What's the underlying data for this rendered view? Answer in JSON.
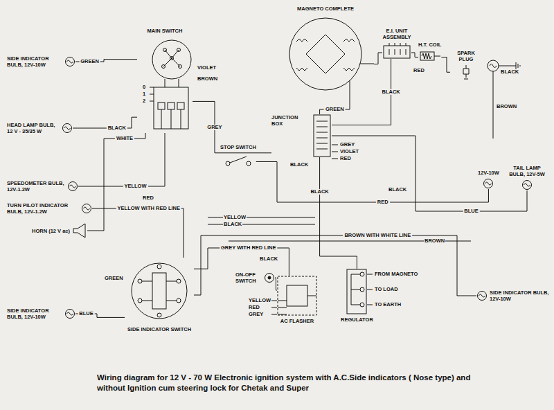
{
  "diagram": {
    "caption": "Wiring diagram for 12 V - 70 W Electronic ignition system with A.C.Side indicators ( Nose type) and without Ignition cum steering lock for Chetak and Super",
    "nodes": [
      {
        "text": [
          "SIDE INDICATOR BULB, 12V-10W"
        ]
      },
      {
        "text": [
          "MAIN SWITCH"
        ]
      },
      {
        "text": [
          "HEAD LAMP BULB, 12 V - 35/35 W"
        ]
      },
      {
        "text": [
          "SPEEDOMETER BULB, 12V-1.2W"
        ]
      },
      {
        "text": [
          "TURN PILOT INDICATOR BULB, 12V-1.2W"
        ]
      },
      {
        "text": [
          "HORN (12 V ac)"
        ]
      },
      {
        "text": [
          "SIDE INDICATOR BULB, 12V-10W"
        ]
      },
      {
        "text": [
          "SIDE INDICATOR SWITCH"
        ]
      },
      {
        "text": [
          "MAGNETO COMPLETE"
        ]
      },
      {
        "text": [
          "JUNCTION BOX"
        ]
      },
      {
        "text": [
          "E.I. UNIT ASSEMBLY"
        ]
      },
      {
        "text": [
          "H.T. COIL"
        ]
      },
      {
        "text": [
          "SPARK PLUG"
        ]
      },
      {
        "text": [
          "STOP SWITCH"
        ]
      },
      {
        "text": [
          "12V-10W"
        ]
      },
      {
        "text": [
          "TAIL LAMP BULB, 12V-5W"
        ]
      },
      {
        "text": [
          "ON-OFF SWITCH"
        ]
      },
      {
        "text": [
          "AC FLASHER"
        ]
      },
      {
        "text": [
          "REGULATOR"
        ]
      },
      {
        "text": [
          "SIDE INDICATOR BULB, 12V-10W"
        ]
      }
    ],
    "edges": [
      {
        "from": 0,
        "to": 1,
        "arrow": "none",
        "label": "GREEN"
      },
      {
        "from": 2,
        "to": 1,
        "arrow": "none",
        "label": "BLACK"
      },
      {
        "from": 8,
        "to": 9,
        "arrow": "none",
        "label": "GREEN"
      },
      {
        "from": 9,
        "to": 1,
        "arrow": "none",
        "label": "GREY"
      },
      {
        "from": 10,
        "to": 11,
        "arrow": "none"
      },
      {
        "from": 13,
        "to": 14,
        "arrow": "none",
        "label": "RED"
      },
      {
        "from": 9,
        "to": 15,
        "arrow": "none",
        "label": "BLUE"
      },
      {
        "from": 3,
        "to": 1,
        "arrow": "none",
        "label": "YELLOW"
      },
      {
        "from": 4,
        "to": 7,
        "arrow": "none",
        "label": "YELLOW WITH RED LINE"
      },
      {
        "from": 5,
        "to": 1,
        "arrow": "none",
        "label": "WHITE"
      },
      {
        "from": 6,
        "to": 7,
        "arrow": "none",
        "label": "BLUE"
      },
      {
        "from": 7,
        "to": 17,
        "arrow": "none",
        "label": "GREY WITH RED LINE"
      },
      {
        "from": 16,
        "to": 17,
        "arrow": "none"
      },
      {
        "from": 9,
        "to": 18,
        "arrow": "none",
        "label": "BLACK"
      },
      {
        "from": 19,
        "to": 7,
        "arrow": "none",
        "label": "BROWN WITH WHITE LINE"
      },
      {
        "from": 10,
        "to": 9,
        "arrow": "none",
        "label": "BLACK"
      },
      {
        "from": 11,
        "to": 12,
        "arrow": "none"
      },
      {
        "from": 8,
        "to": 10,
        "arrow": "none"
      }
    ],
    "labels": [
      "0",
      "1",
      "2",
      "VIOLET",
      "BROWN",
      "GREY",
      "VIOLET",
      "RED",
      "BLACK",
      "RED",
      "BLACK",
      "BROWN",
      "RED",
      "YELLOW",
      "BLACK",
      "BLACK",
      "GREEN",
      "BLACK",
      "YELLOW",
      "RED",
      "GREY",
      "FROM MAGNETO",
      "TO LOAD",
      "TO EARTH",
      "BROWN"
    ]
  }
}
